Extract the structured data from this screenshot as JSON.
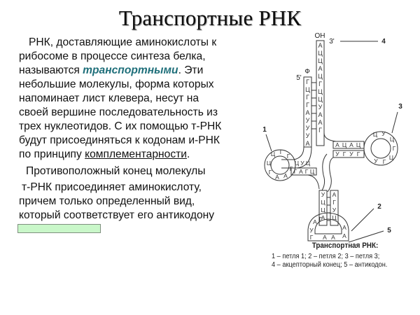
{
  "slide": {
    "title": "Транспортные РНК",
    "paragraph1": {
      "line1": "РНК, доставляющие аминокислоты к",
      "line2": "рибосоме в процессе синтеза белка,",
      "line3_pre": "называются ",
      "line3_term": "транспортными",
      "line3_post": ". Эти",
      "line4": "небольшие молекулы, форма которых",
      "line5": "напоминает лист клевера, несут на",
      "line6": "своей вершине последовательность из",
      "line7": "трех нуклеотидов. С их помощью т-РНК",
      "line8": "будут присоединяться к кодонам и-РНК",
      "line9_pre": "по принципу ",
      "line9_term": "комплементарности",
      "line9_post": "."
    },
    "paragraph2": {
      "line1": "Противоположный   конец молекулы",
      "line2": "т-РНК присоединяет аминокислоту,",
      "line3": "причем только определенный вид,",
      "line4": "который соответствует его антикодону"
    },
    "answer_box_color": "#c9f7c9",
    "term_color": "#1f6f7a"
  },
  "diagram": {
    "labels": {
      "oh": "OH",
      "three_prime": "3'",
      "five_prime": "5'",
      "phosphate": "Ф",
      "n1": "1",
      "n2": "2",
      "n3": "3",
      "n4": "4",
      "n5": "5"
    },
    "acceptor_3_strand": [
      "А",
      "Ц",
      "Ц",
      "А",
      "Ц",
      "Г",
      "Ц",
      "Ц",
      "У",
      "А",
      "А",
      "Г"
    ],
    "acceptor_5_strand": [
      "Г",
      "Ц",
      "Г",
      "Г",
      "А",
      "У",
      "У",
      "У",
      "А"
    ],
    "loop1": [
      "Ц",
      "Ц",
      "Г",
      "А",
      "Г",
      "Г",
      "А",
      "Г"
    ],
    "stem1_top": [
      "Ц",
      "У",
      "Ц"
    ],
    "stem1_bottom": [
      "Г",
      "А",
      "Г",
      "Ц"
    ],
    "loop3": [
      "Ц",
      "У",
      "Ц",
      "Г",
      "Ц",
      "Г",
      "У"
    ],
    "stem3_top": [
      "А",
      "Ц",
      "А",
      "Ц"
    ],
    "stem3_bottom": [
      "У",
      "Г",
      "У",
      "Г"
    ],
    "anticodon_stem_left": [
      "У",
      "Ц",
      "Ц",
      "А"
    ],
    "anticodon_stem_right": [
      "А",
      "Г",
      "У",
      "Ц"
    ],
    "anticodon_loop": [
      "А",
      "Г",
      "У",
      "Г",
      "А",
      "А",
      "А",
      "А"
    ],
    "caption": {
      "title": "Транспортная РНК:",
      "line1": "1 – петля 1; 2 – петля 2; 3 – петля 3;",
      "line2": "4 – акцепторный конец; 5 – антикодон."
    }
  }
}
